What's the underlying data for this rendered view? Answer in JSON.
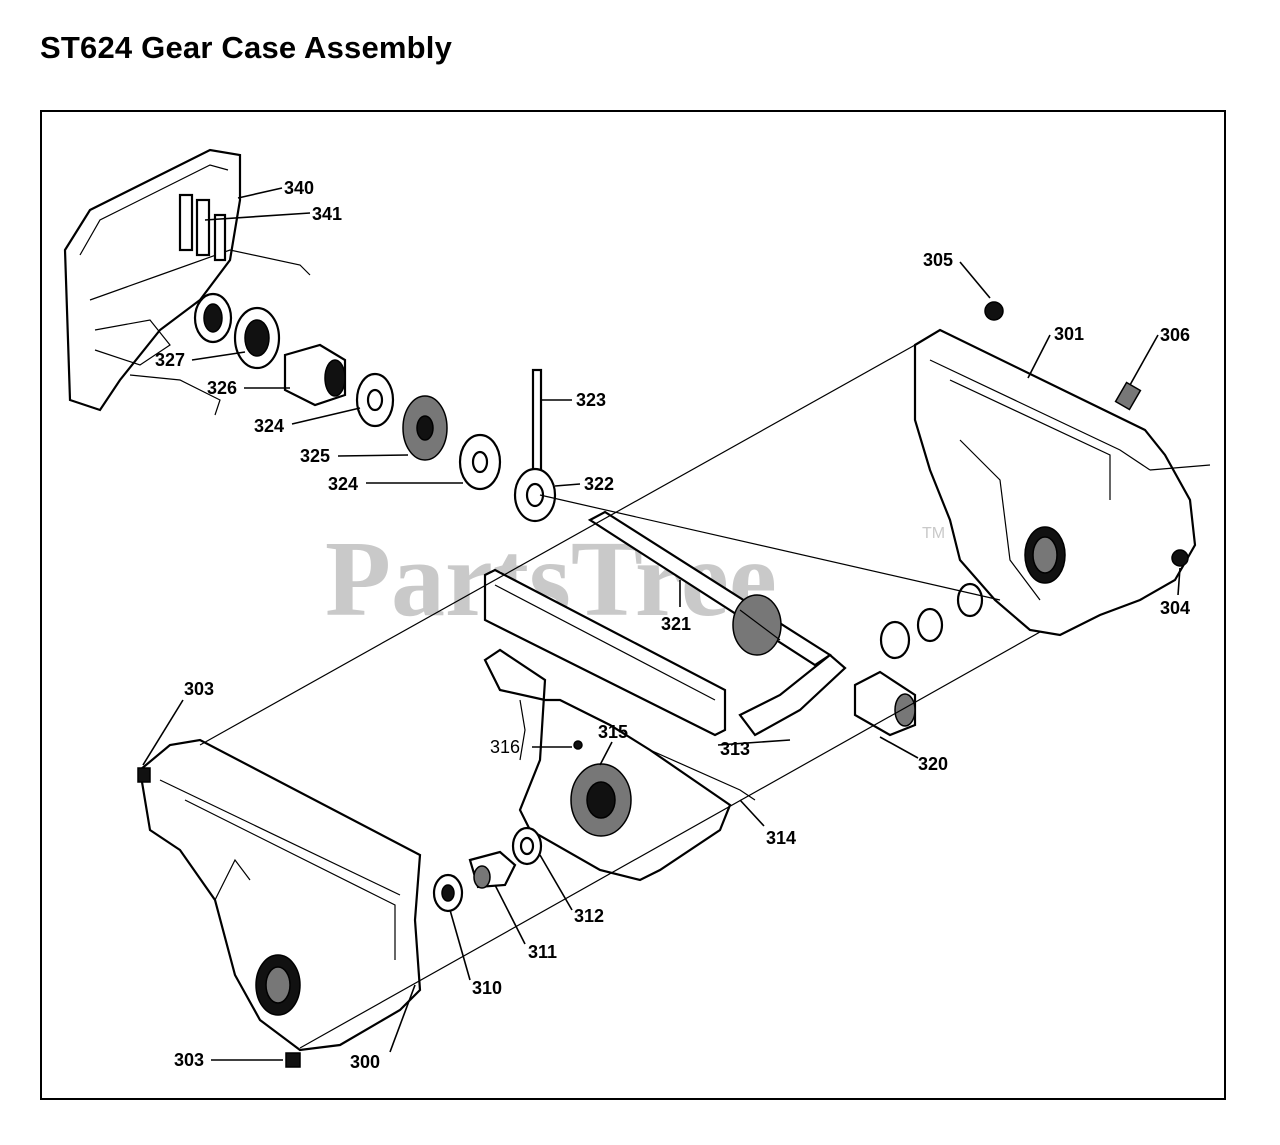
{
  "title": "ST624 Gear Case Assembly",
  "watermark": {
    "text": "PartsTree",
    "trademark": "TM"
  },
  "callouts": [
    {
      "id": "c340",
      "label": "340"
    },
    {
      "id": "c341",
      "label": "341"
    },
    {
      "id": "c327",
      "label": "327"
    },
    {
      "id": "c326",
      "label": "326"
    },
    {
      "id": "c324a",
      "label": "324"
    },
    {
      "id": "c325",
      "label": "325"
    },
    {
      "id": "c324b",
      "label": "324"
    },
    {
      "id": "c323",
      "label": "323"
    },
    {
      "id": "c322",
      "label": "322"
    },
    {
      "id": "c305",
      "label": "305"
    },
    {
      "id": "c301",
      "label": "301"
    },
    {
      "id": "c306",
      "label": "306"
    },
    {
      "id": "c304",
      "label": "304"
    },
    {
      "id": "c321",
      "label": "321"
    },
    {
      "id": "c303a",
      "label": "303"
    },
    {
      "id": "c316",
      "label": "316"
    },
    {
      "id": "c315",
      "label": "315"
    },
    {
      "id": "c313",
      "label": "313"
    },
    {
      "id": "c320",
      "label": "320"
    },
    {
      "id": "c314",
      "label": "314"
    },
    {
      "id": "c312",
      "label": "312"
    },
    {
      "id": "c311",
      "label": "311"
    },
    {
      "id": "c310",
      "label": "310"
    },
    {
      "id": "c303b",
      "label": "303"
    },
    {
      "id": "c300",
      "label": "300"
    }
  ]
}
